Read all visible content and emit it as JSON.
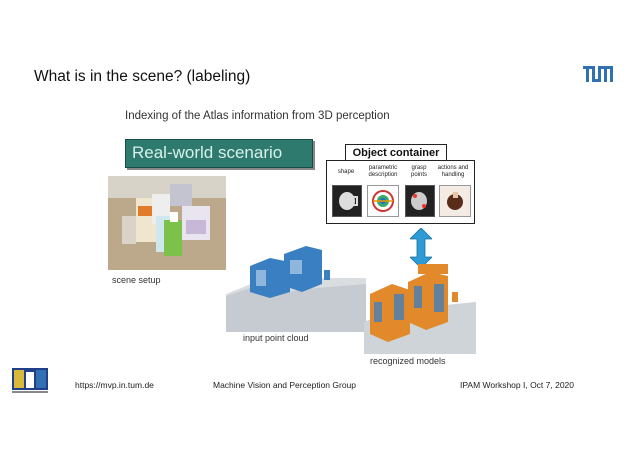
{
  "slide": {
    "title": "What is in the scene?  (labeling)",
    "subtitle": "Indexing of the Atlas information from 3D perception",
    "real_world_label": "Real-world scenario",
    "object_container": {
      "title": "Object container",
      "columns": [
        {
          "label": "shape"
        },
        {
          "label": "parametric description"
        },
        {
          "label": "grasp points"
        },
        {
          "label": "actions and handling"
        }
      ]
    },
    "scene_setup_label": "scene setup",
    "input_cloud_label": "input point cloud",
    "recognized_label": "recognized models",
    "arrow_color": "#2d9bd6"
  },
  "footer": {
    "url": "https://mvp.in.tum.de",
    "group": "Machine Vision and Perception Group",
    "event": "IPAM Workshop I, Oct 7, 2020"
  },
  "colors": {
    "tum_blue": "#3070b3",
    "scenario_bg": "#2f7a6f",
    "cloud_blue": "#3a7fc1",
    "model_orange": "#e28a2b"
  }
}
